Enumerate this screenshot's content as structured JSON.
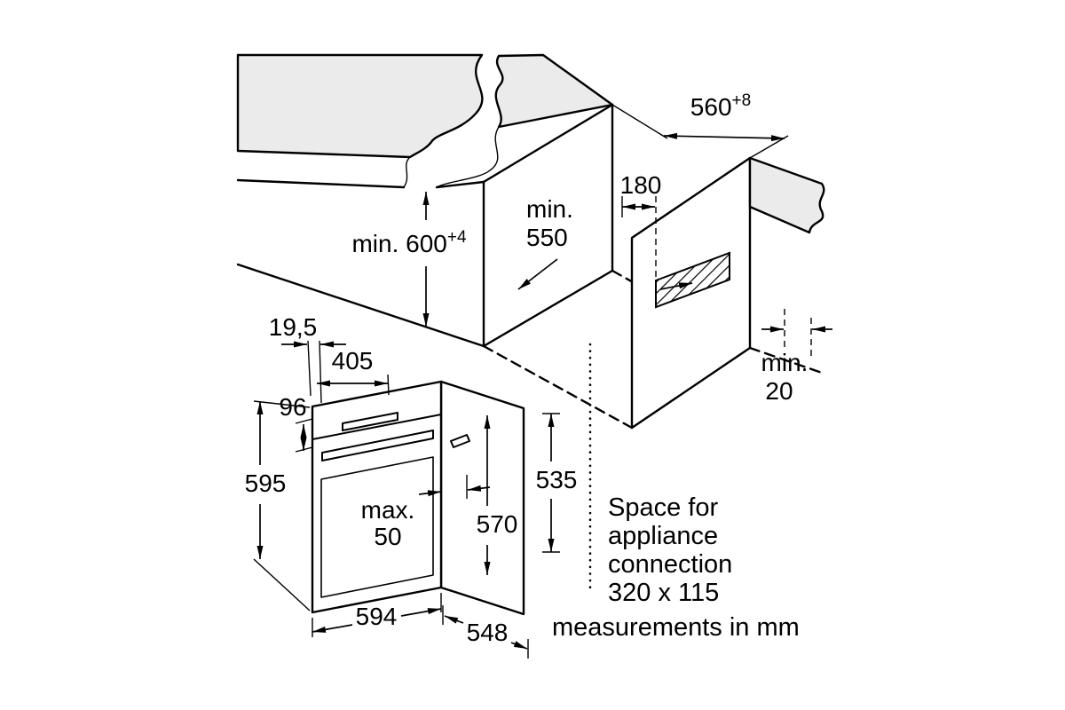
{
  "colors": {
    "surface": "#ebebeb",
    "line": "#000000",
    "background": "#ffffff"
  },
  "niche": {
    "height": {
      "main": "min. 600",
      "sup": "+4"
    },
    "depth": {
      "line1": "min.",
      "line2": "550"
    },
    "width": {
      "main": "560",
      "sup": "+8"
    },
    "rear_offset": "180",
    "side_gap": {
      "line1": "min.",
      "line2": "20"
    }
  },
  "oven": {
    "frame_offset": "19,5",
    "top_depth": "405",
    "panel_height": "96",
    "front_height": "595",
    "handle_protrusion": {
      "line1": "max.",
      "line2": "50"
    },
    "body_depth": "570",
    "rear_height": "535",
    "width": "594",
    "depth": "548"
  },
  "connection_note": {
    "lines": [
      "Space for",
      "appliance",
      "connection",
      "320 x 115"
    ]
  },
  "footer": "measurements in mm"
}
